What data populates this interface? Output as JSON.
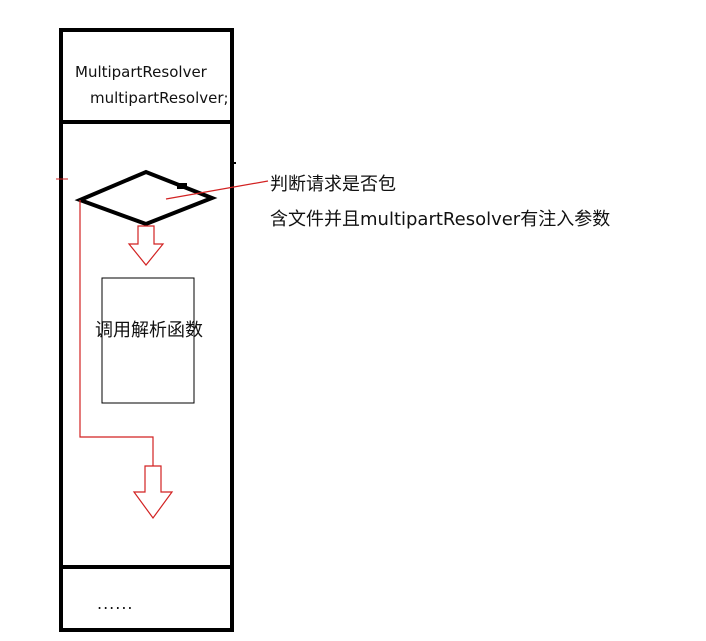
{
  "class_box": {
    "field_type": "MultipartResolver",
    "field_name": "multipartResolver;"
  },
  "call_box": {
    "label": "调用解析函数"
  },
  "bottom_box": {
    "label": "......"
  },
  "annotation": {
    "line1": "判断请求是否包",
    "line2": "含文件并且multipartResolver有注入参数"
  },
  "colors": {
    "outline": "#000000",
    "flow": "#d22222"
  }
}
